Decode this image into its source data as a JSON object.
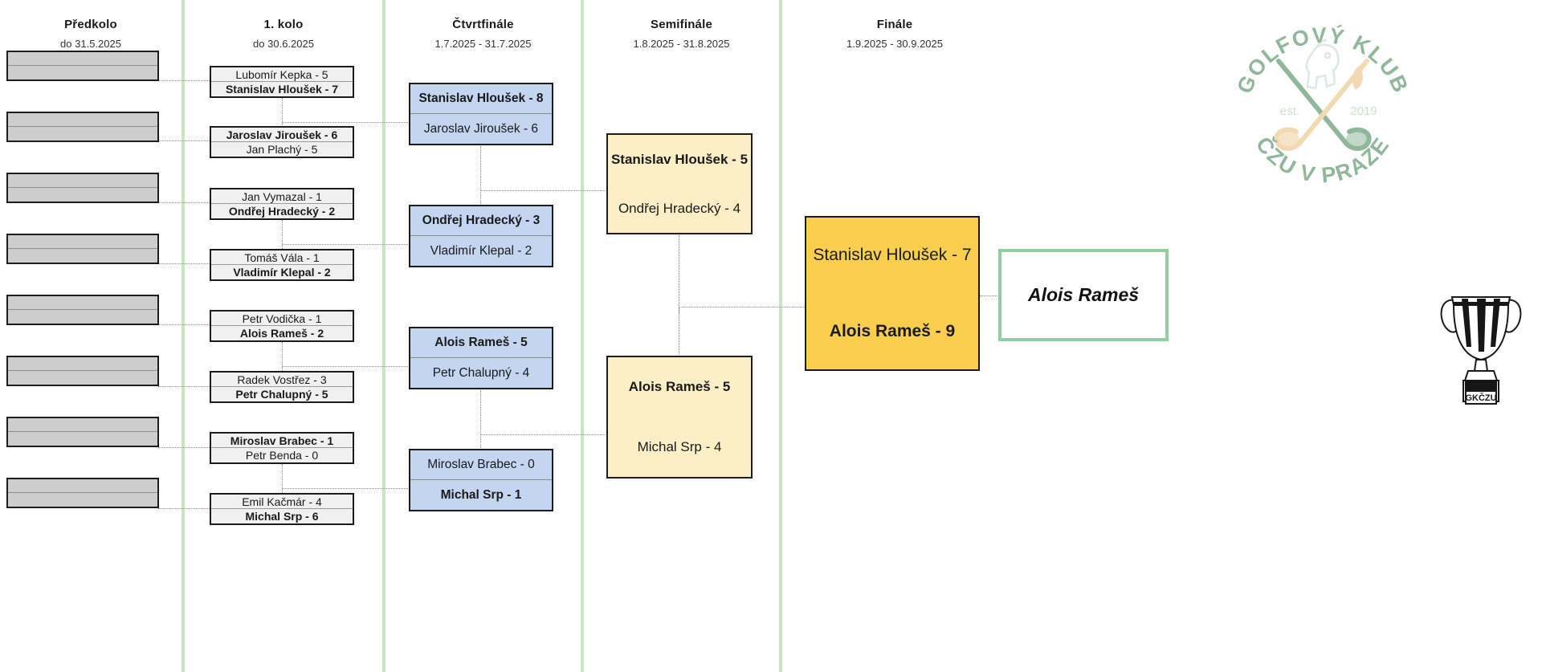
{
  "page": {
    "title": "Golfový klub ČZU v Praze – pavouk turnaje",
    "accent_green": "#8fd19e",
    "separator_green": "#c8e6c0",
    "qf_blue": "#c3d5f0",
    "sf_cream": "#fceec7",
    "final_gold": "#f9ce4c",
    "pre_gray": "#cdcdcd",
    "r1_gray": "#f0f0f0"
  },
  "columns": [
    {
      "title": "Předkolo",
      "dates": "do 31.5.2025"
    },
    {
      "title": "1. kolo",
      "dates": "do 30.6.2025"
    },
    {
      "title": "Čtvrtfinále",
      "dates": "1.7.2025 - 31.7.2025"
    },
    {
      "title": "Semifinále",
      "dates": "1.8.2025 - 31.8.2025"
    },
    {
      "title": "Finále",
      "dates": "1.9.2025 - 30.9.2025"
    }
  ],
  "preliminary": [
    {
      "top": "",
      "bottom": ""
    },
    {
      "top": "",
      "bottom": ""
    },
    {
      "top": "",
      "bottom": ""
    },
    {
      "top": "",
      "bottom": ""
    },
    {
      "top": "",
      "bottom": ""
    },
    {
      "top": "",
      "bottom": ""
    },
    {
      "top": "",
      "bottom": ""
    },
    {
      "top": "",
      "bottom": ""
    }
  ],
  "round1": [
    {
      "top": "Lubomír Kepka - 5",
      "bottom": "Stanislav Hloušek - 7",
      "winner": "bottom"
    },
    {
      "top": "Jaroslav Jiroušek - 6",
      "bottom": "Jan Plachý - 5",
      "winner": "top"
    },
    {
      "top": "Jan Vymazal - 1",
      "bottom": "Ondřej Hradecký - 2",
      "winner": "bottom"
    },
    {
      "top": "Tomáš Vála - 1",
      "bottom": "Vladimír  Klepal - 2",
      "winner": "bottom"
    },
    {
      "top": "Petr Vodička - 1",
      "bottom": "Alois Rameš - 2",
      "winner": "bottom"
    },
    {
      "top": "Radek Vostřez - 3",
      "bottom": "Petr Chalupný - 5",
      "winner": "bottom"
    },
    {
      "top": "Miroslav Brabec - 1",
      "bottom": "Petr Benda - 0",
      "winner": "top"
    },
    {
      "top": "Emil Kačmár - 4",
      "bottom": "Michal Srp - 6",
      "winner": "bottom"
    }
  ],
  "quarterfinals": [
    {
      "top": "Stanislav Hloušek - 8",
      "bottom": "Jaroslav Jiroušek - 6",
      "winner": "top"
    },
    {
      "top": "Ondřej Hradecký - 3",
      "bottom": "Vladimír  Klepal - 2",
      "winner": "top"
    },
    {
      "top": "Alois Rameš - 5",
      "bottom": "Petr Chalupný - 4",
      "winner": "top"
    },
    {
      "top": "Miroslav Brabec - 0",
      "bottom": "Michal Srp - 1",
      "winner": "bottom"
    }
  ],
  "semifinals": [
    {
      "top": "Stanislav Hloušek - 5",
      "bottom": "Ondřej Hradecký - 4",
      "winner": "top"
    },
    {
      "top": "Alois Rameš - 5",
      "bottom": "Michal Srp - 4",
      "winner": "top"
    }
  ],
  "final": {
    "top": "Stanislav Hloušek - 7",
    "bottom": "Alois Rameš - 9",
    "winner": "bottom"
  },
  "champion": {
    "name": "Alois Rameš"
  },
  "logo": {
    "top_arc": "GOLFOVÝ KLUB",
    "bottom_arc": "ČZU V PRAZE",
    "est_label": "est.",
    "est_year": "2019",
    "green": "#8fb79a",
    "sand": "#f3d9b1"
  },
  "trophy": {
    "plate_text": "GKČZU"
  }
}
